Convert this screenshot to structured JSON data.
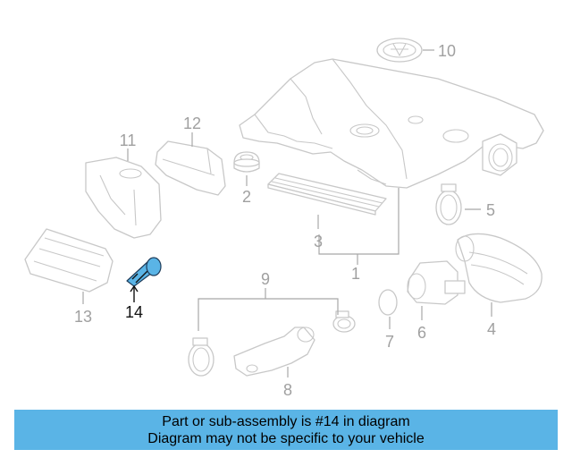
{
  "diagram": {
    "callouts": {
      "c1": "1",
      "c2": "2",
      "c3": "3",
      "c4": "4",
      "c5": "5",
      "c6": "6",
      "c7": "7",
      "c8": "8",
      "c9": "9",
      "c10": "10",
      "c11": "11",
      "c12": "12",
      "c13": "13",
      "c14": "14"
    },
    "highlighted_part": "14",
    "highlight_color": "#5ab4e6"
  },
  "banner": {
    "line1": "Part or sub-assembly is #14 in diagram",
    "line2": "Diagram may not be specific to your vehicle",
    "background": "#5ab4e6"
  }
}
